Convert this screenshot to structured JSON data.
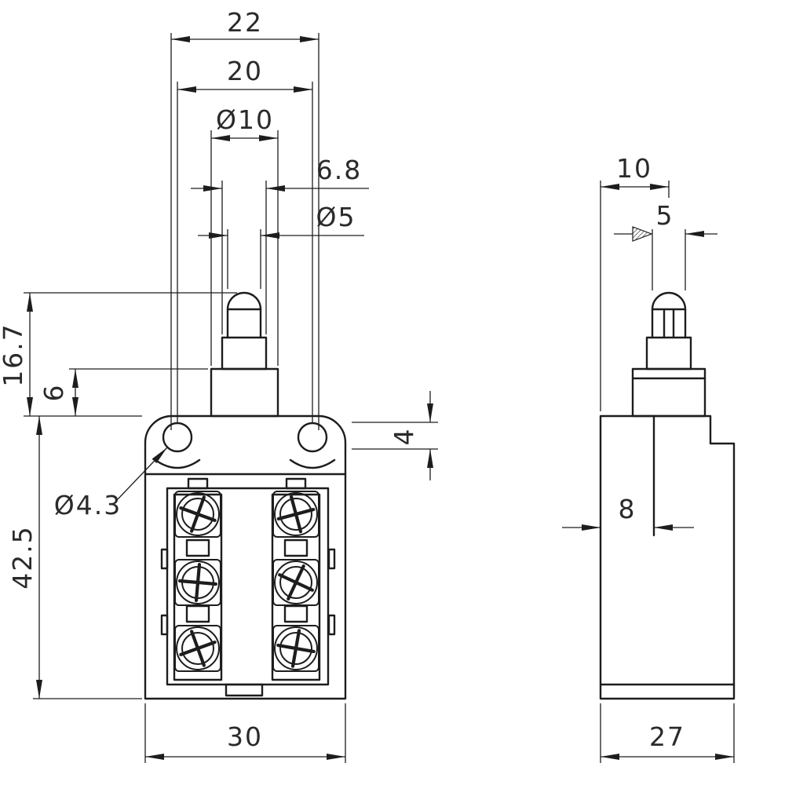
{
  "front_view": {
    "dims": {
      "width_22": "22",
      "width_20": "20",
      "dia_10": "Ø10",
      "width_6_8": "6.8",
      "dia_5": "Ø5",
      "height_16_7": "16.7",
      "height_6": "6",
      "thickness_4": "4",
      "hole_dia_4_3": "Ø4.3",
      "height_42_5": "42.5",
      "width_30": "30"
    }
  },
  "side_view": {
    "dims": {
      "width_10": "10",
      "pin_5": "5",
      "depth_8": "8",
      "width_27": "27"
    }
  },
  "style": {
    "line_color": "#1d1d1d",
    "background_color": "#ffffff"
  }
}
